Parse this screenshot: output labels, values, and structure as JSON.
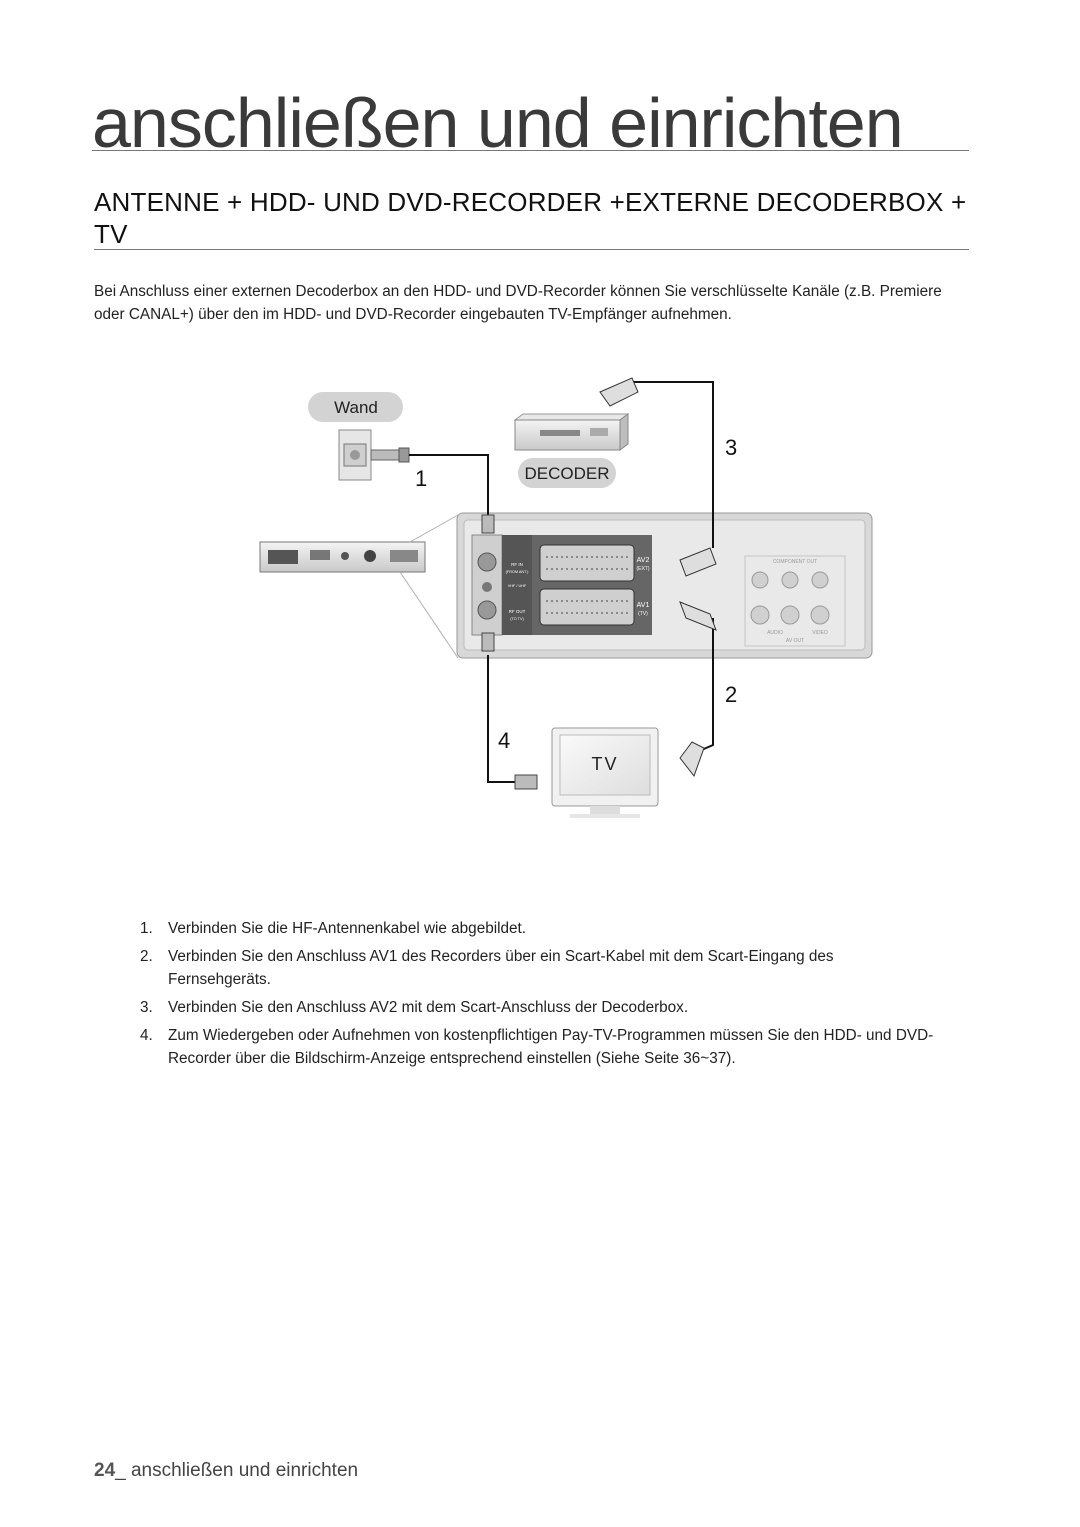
{
  "chapter_title": "anschließen und einrichten",
  "section_title": "ANTENNE + HDD- UND DVD-RECORDER +EXTERNE DECODERBOX + TV",
  "intro": "Bei Anschluss einer externen Decoderbox an den HDD- und DVD-Recorder können Sie verschlüsselte Kanäle (z.B. Premiere oder CANAL+) über den im HDD- und DVD-Recorder eingebauten TV-Empfänger aufnehmen.",
  "diagram": {
    "wall_label": "Wand",
    "decoder_label": "DECODER",
    "tv_label": "TV",
    "callouts": [
      "1",
      "2",
      "3",
      "4"
    ],
    "panel": {
      "rf_in": "RF IN",
      "rf_in_sub": "(FROM ANT.)",
      "rf_out": "RF OUT",
      "rf_out_sub": "(TO TV)",
      "vhf_uhf": "VHF / UHF",
      "av2": "AV2",
      "av2_sub": "(EXT)",
      "av1": "AV1",
      "av1_sub": "(TV)",
      "component": "COMPONENT OUT",
      "av_out": "AV OUT",
      "video": "VIDEO",
      "audio": "AUDIO"
    }
  },
  "steps": [
    {
      "num": "1.",
      "text": "Verbinden Sie die HF-Antennenkabel wie abgebildet."
    },
    {
      "num": "2.",
      "text": "Verbinden Sie den Anschluss AV1 des Recorders über ein Scart-Kabel mit dem Scart-Eingang des Fernsehgeräts."
    },
    {
      "num": "3.",
      "text": "Verbinden Sie den Anschluss AV2 mit dem Scart-Anschluss der Decoderbox."
    },
    {
      "num": "4.",
      "text": "Zum Wiedergeben oder Aufnehmen von kostenpflichtigen Pay-TV-Programmen müssen Sie den HDD- und DVD-Recorder über die Bildschirm-Anzeige entsprechend einstellen (Siehe Seite 36~37)."
    }
  ],
  "footer": {
    "page": "24",
    "label": "_ anschließen und einrichten"
  }
}
